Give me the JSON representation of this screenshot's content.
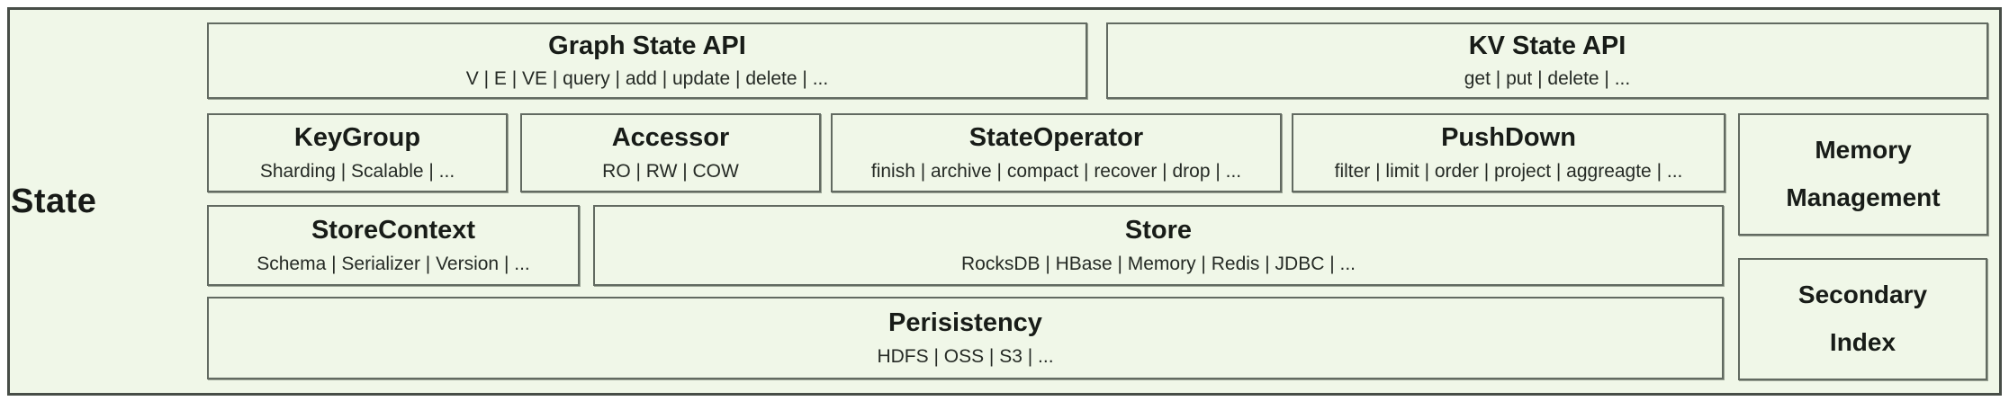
{
  "diagram": {
    "root_label": "State",
    "colors": {
      "background_fill": "#f0f7e8",
      "outer_border": "#474d47",
      "box_border": "#626a61",
      "title_text": "#181c18",
      "subtitle_text": "#252a25"
    },
    "boxes": {
      "graph_api": {
        "title": "Graph State API",
        "subtitle": "V | E | VE | query | add | update | delete | ..."
      },
      "kv_api": {
        "title": "KV State API",
        "subtitle": "get | put | delete | ..."
      },
      "keygroup": {
        "title": "KeyGroup",
        "subtitle": "Sharding | Scalable | ..."
      },
      "accessor": {
        "title": "Accessor",
        "subtitle": "RO | RW | COW"
      },
      "state_operator": {
        "title": "StateOperator",
        "subtitle": "finish | archive | compact | recover | drop | ..."
      },
      "pushdown": {
        "title": "PushDown",
        "subtitle": "filter | limit | order | project | aggreagte | ..."
      },
      "memory_management": {
        "line1": "Memory",
        "line2": "Management"
      },
      "store_context": {
        "title": "StoreContext",
        "subtitle": "Schema | Serializer | Version | ..."
      },
      "store": {
        "title": "Store",
        "subtitle": "RocksDB | HBase | Memory | Redis | JDBC | ..."
      },
      "secondary_index": {
        "line1": "Secondary",
        "line2": "Index"
      },
      "persistency": {
        "title": "Perisistency",
        "subtitle": "HDFS | OSS | S3 | ..."
      }
    }
  }
}
